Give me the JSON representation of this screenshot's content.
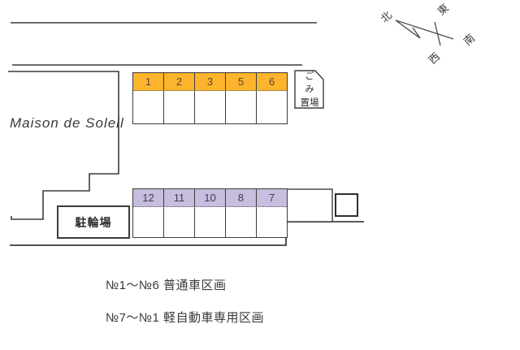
{
  "building": {
    "name": "Maison de Soleil"
  },
  "bicycle_parking": {
    "label": "駐輪場"
  },
  "garbage_area": {
    "lines": [
      "ご",
      "み",
      "置場"
    ]
  },
  "compass": {
    "north": "北",
    "east": "東",
    "south": "南",
    "west": "西"
  },
  "parking": {
    "standard_row": {
      "header_color": "#fbb42c",
      "spaces": [
        "1",
        "2",
        "3",
        "5",
        "6"
      ]
    },
    "kei_row": {
      "header_color": "#c7bdde",
      "spaces": [
        "12",
        "11",
        "10",
        "8",
        "7"
      ]
    }
  },
  "legend": {
    "standard": "№1～№6 普通車区画",
    "kei": "№7～№1 軽自動車専用区画"
  },
  "colors": {
    "line": "#3c3c3c",
    "text": "#3b3b3b",
    "standard_header": "#fbb42c",
    "kei_header": "#c7bdde"
  }
}
